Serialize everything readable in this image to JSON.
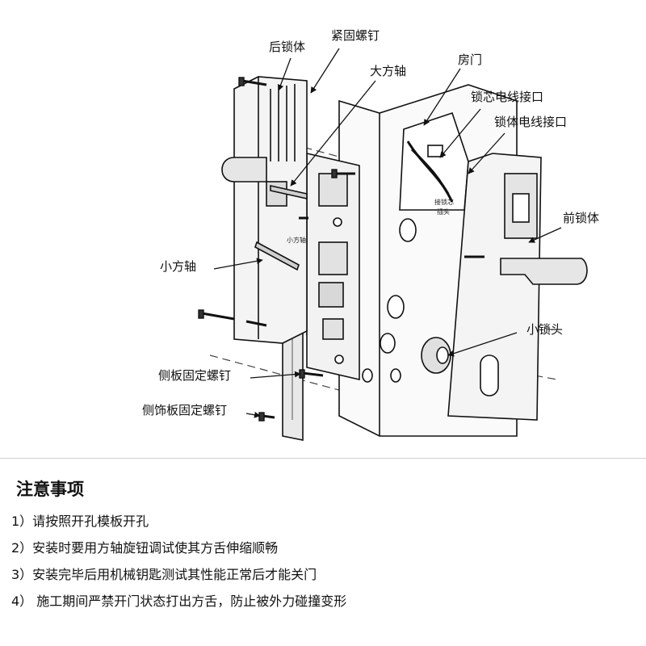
{
  "diagram": {
    "labels": {
      "rear_lock_body": "后锁体",
      "fastening_screw": "紧固螺钉",
      "large_square_shaft": "大方轴",
      "room_door": "房门",
      "cylinder_cable_port": "锁芯电线接口",
      "lock_body_cable_port": "锁体电线接口",
      "front_lock_body": "前锁体",
      "small_square_shaft": "小方轴",
      "small_cylinder": "小锁头",
      "side_plate_screw": "侧板固定螺钉",
      "side_trim_screw": "侧饰板固定螺钉",
      "small_shaft_callout": "小方轴",
      "cylinder_plug_callout_1": "接锁芯",
      "cylinder_plug_callout_2": "插头"
    }
  },
  "notes": {
    "title": "注意事项",
    "items": [
      "1）请按照开孔模板开孔",
      "2）安装时要用方轴旋钮调试使其方舌伸缩顺畅",
      "3）安装完毕后用机械钥匙测试其性能正常后才能关门",
      "4） 施工期间严禁开门状态打出方舌，防止被外力碰撞变形"
    ]
  }
}
